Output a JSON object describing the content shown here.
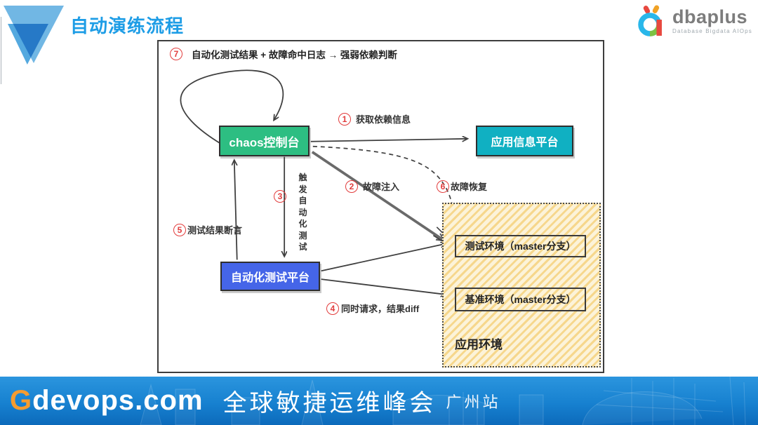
{
  "header": {
    "title": "自动演练流程",
    "title_color": "#1e9de6",
    "dbaplus": {
      "brand": "dbaplus",
      "tagline": "Database  Bigdata  AIOps"
    }
  },
  "diagram": {
    "note": {
      "num": "7",
      "text": "自动化测试结果 + 故障命中日志 → 强弱依赖判断"
    },
    "nodes": {
      "chaos": {
        "label": "chaos控制台",
        "color": "#2dbe82"
      },
      "app_info": {
        "label": "应用信息平台",
        "color": "#10b0c2"
      },
      "autotest": {
        "label": "自动化测试平台",
        "color": "#4565e8"
      },
      "test_env": {
        "label": "测试环境（master分支）"
      },
      "base_env": {
        "label": "基准环境（master分支）"
      },
      "env_area": {
        "label": "应用环境",
        "fill": "#fcf3d9",
        "hatch": "#f6d78c"
      }
    },
    "steps": {
      "s1": {
        "num": "1",
        "label": "获取依赖信息"
      },
      "s2": {
        "num": "2",
        "label": "故障注入"
      },
      "s3": {
        "num": "3",
        "label": "触发自动化测试"
      },
      "s4": {
        "num": "4",
        "label": "同时请求，结果diff"
      },
      "s5": {
        "num": "5",
        "label": "测试结果断言"
      },
      "s6": {
        "num": "6",
        "label": "故障恢复"
      }
    },
    "step_circle_color": "#e23c3c"
  },
  "footer": {
    "brand_g": "G",
    "brand_rest": "devops.com",
    "event_name": "全球敏捷运维峰会",
    "city": "广州站",
    "bg_color": "#1781d0",
    "brand_g_color": "#f59c2f"
  }
}
